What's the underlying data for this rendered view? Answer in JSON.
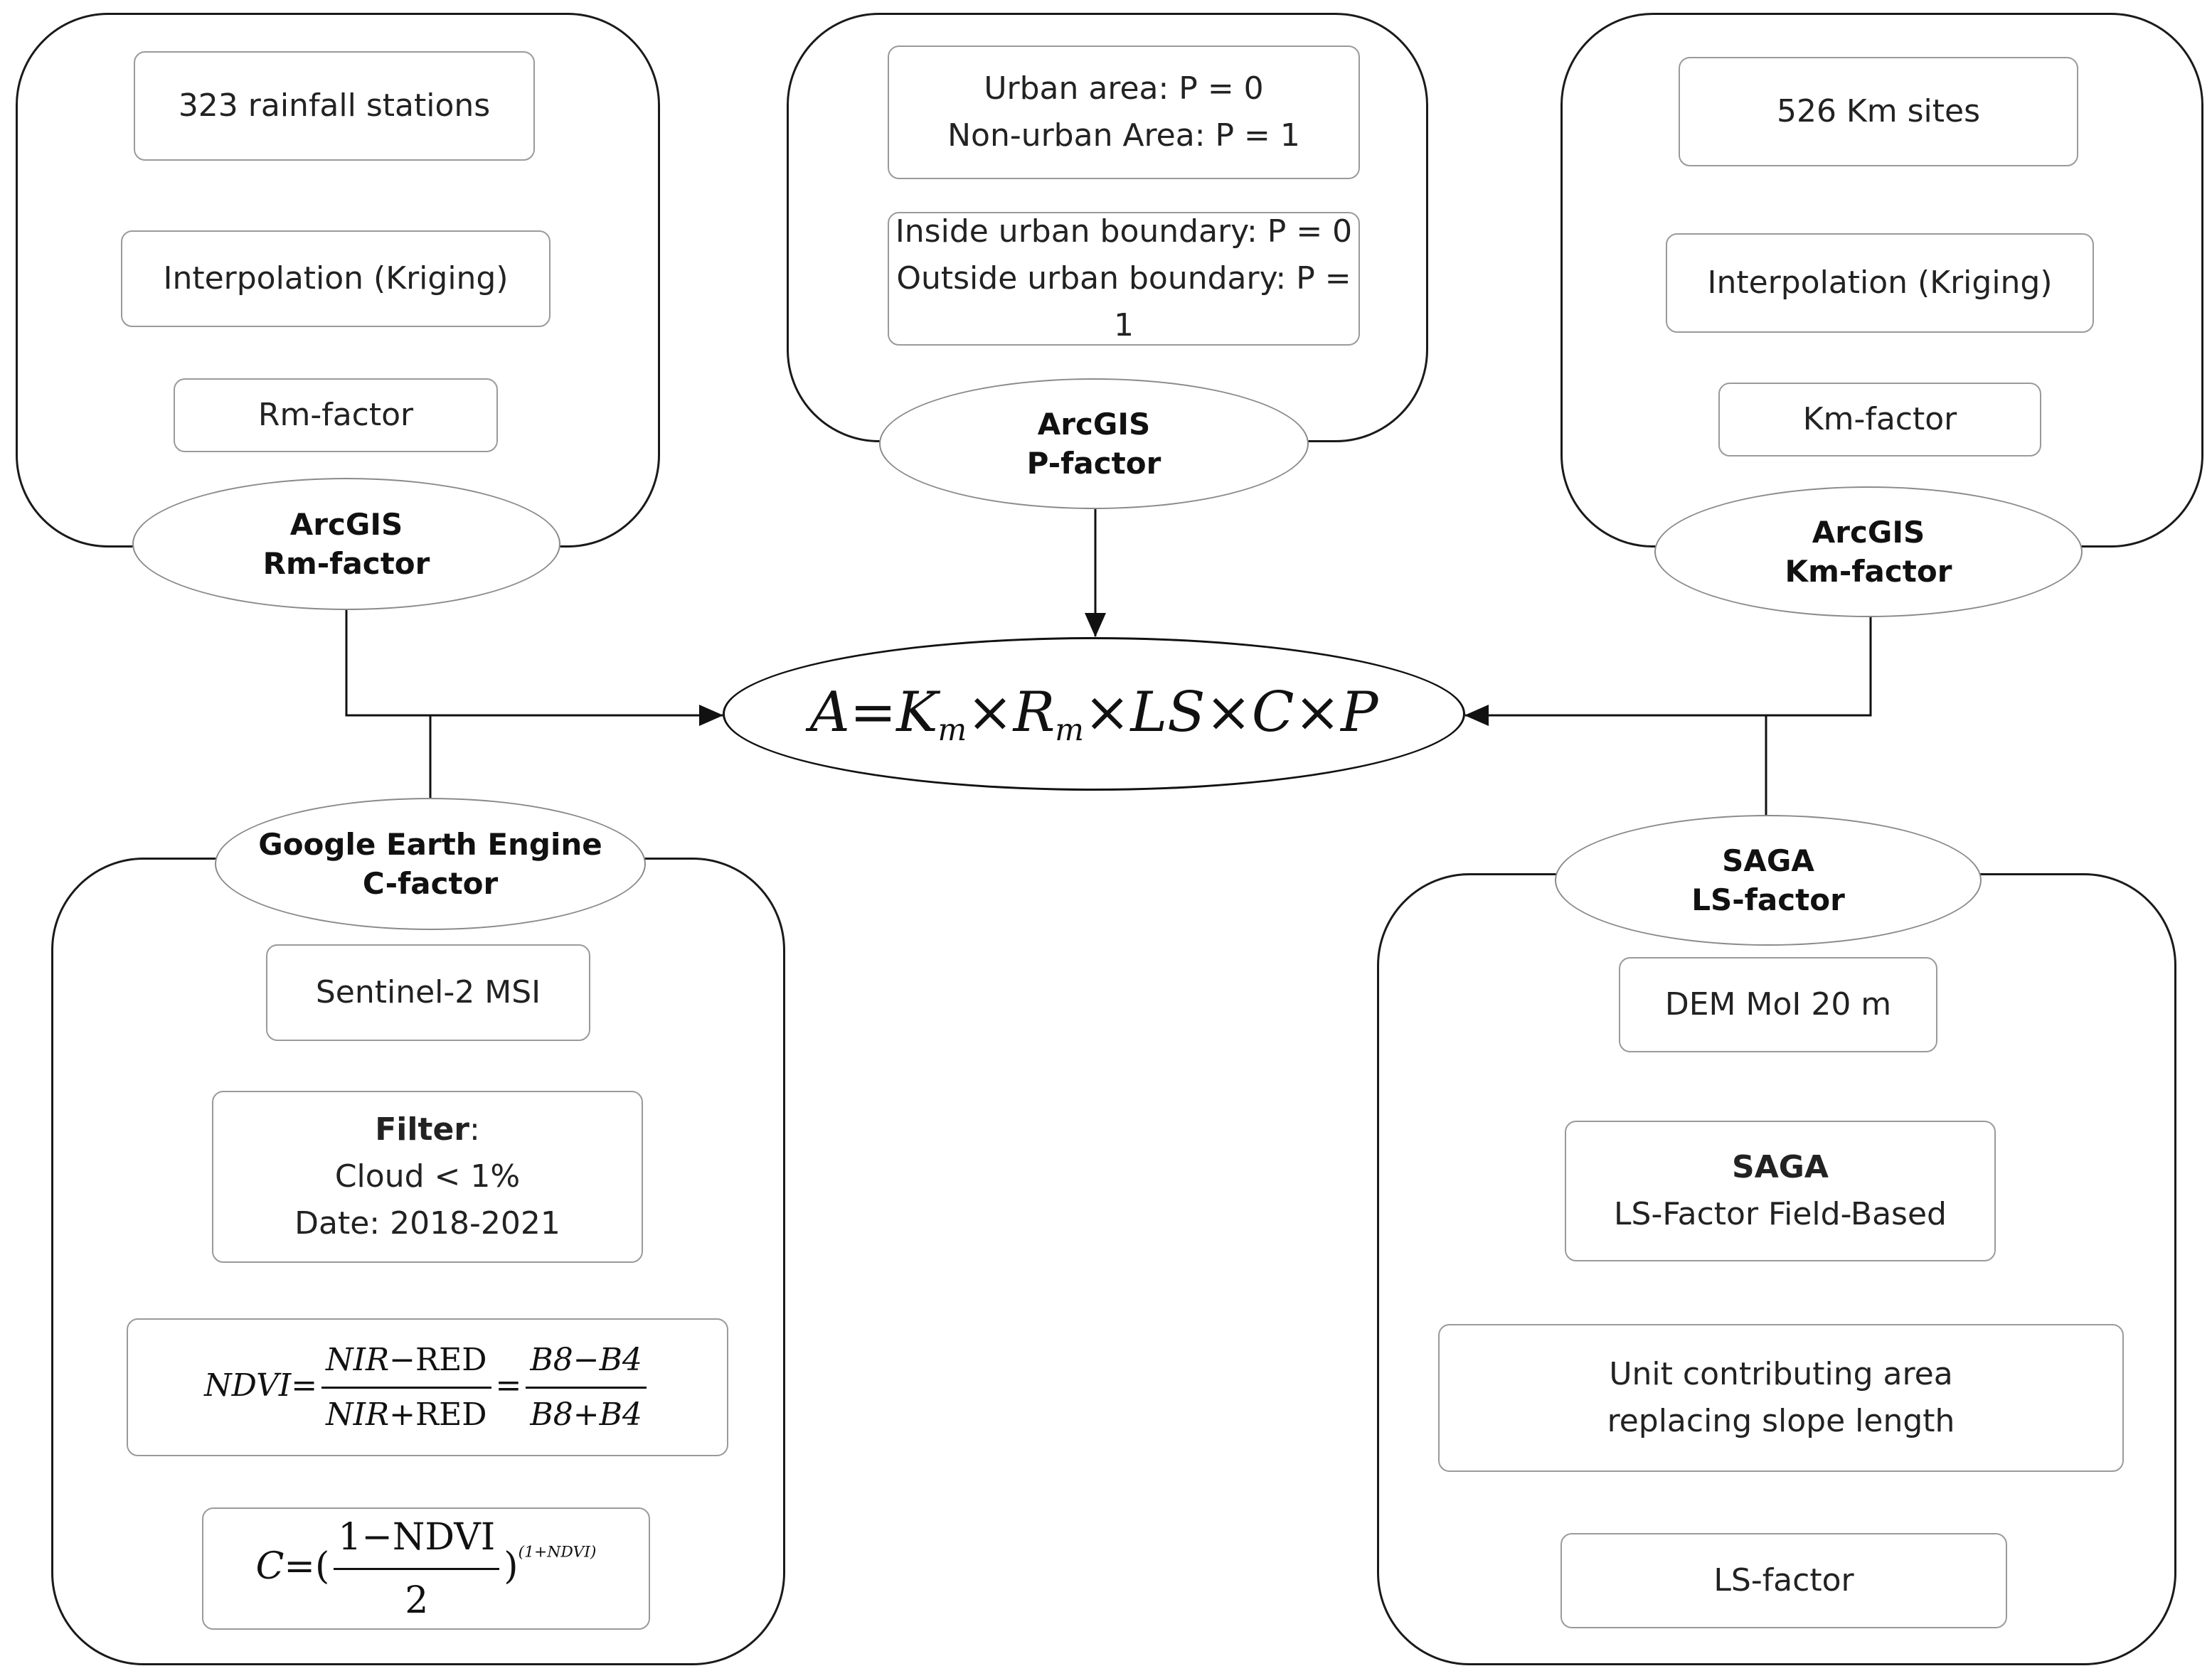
{
  "top_left": {
    "steps": [
      "323 rainfall stations",
      "Interpolation (Kriging)",
      "Rm-factor"
    ],
    "tool": "ArcGIS",
    "factor": "Rm-factor"
  },
  "top_center": {
    "urban_option_line1": "Urban area: P = 0",
    "urban_option_line2": "Non-urban Area: P = 1",
    "boundary_option_line1": "Inside urban boundary: P = 0",
    "boundary_option_line2": "Outside urban boundary: P = 1",
    "tool": "ArcGIS",
    "factor": "P-factor"
  },
  "top_right": {
    "steps": [
      "526 Km sites",
      "Interpolation (Kriging)",
      "Km-factor"
    ],
    "tool": "ArcGIS",
    "factor": "Km-factor"
  },
  "bottom_left": {
    "tool": "Google Earth Engine",
    "factor": "C-factor",
    "source": "Sentinel-2 MSI",
    "filter_title": "Filter",
    "filter_colon": ":",
    "filter_cloud": "Cloud < 1%",
    "filter_date": "Date: 2018-2021"
  },
  "bottom_right": {
    "tool": "SAGA",
    "factor": "LS-factor",
    "source": "DEM MoI 20 m",
    "module_title": "SAGA",
    "module_name": "LS-Factor Field-Based",
    "method_line1": "Unit contributing area",
    "method_line2": "replacing slope length",
    "result": "LS-factor"
  },
  "equations": {
    "usle": {
      "A": "A",
      "eq": "=",
      "K": "K",
      "Ksub": "m",
      "x1": "×",
      "R": "R",
      "Rsub": "m",
      "x2": "×",
      "LS": "LS",
      "x3": "×",
      "C": "C",
      "x4": "×",
      "P": "P"
    },
    "ndvi": {
      "lhs": "NDVI",
      "eq1": "=",
      "n1a": "NIR",
      "n1b": "−RED",
      "d1a": "NIR",
      "d1b": "+RED",
      "eq2": "=",
      "n2": "B8−B4",
      "d2": "B8+B4"
    },
    "cfac": {
      "lhs": "C",
      "eq": "=",
      "open": "(",
      "num": "1−NDVI",
      "den": "2",
      "close": ")",
      "exp": "(1+NDVI)"
    }
  }
}
